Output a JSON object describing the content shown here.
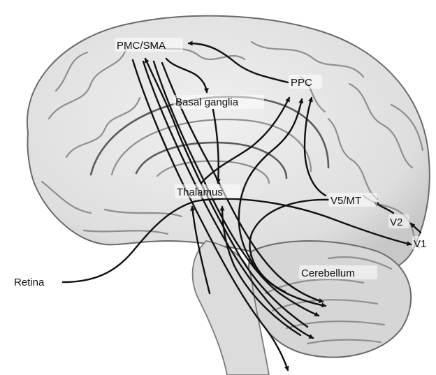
{
  "diagram": {
    "labels": {
      "pmc_sma": "PMC/SMA",
      "basal_ganglia": "Basal ganglia",
      "ppc": "PPC",
      "thalamus": "Thalamus",
      "v5_mt": "V5/MT",
      "v2": "V2",
      "v1": "V1",
      "retina": "Retina",
      "cerebellum": "Cerebellum"
    },
    "colors": {
      "background": "#ffffff",
      "brain_fill": "#e6e6e6",
      "cerebellum_fill": "#d4d4d4",
      "pathway": "#111111"
    },
    "icons": {
      "brain": "brain-sagittal-illustration",
      "arrow": "arrowhead"
    }
  }
}
